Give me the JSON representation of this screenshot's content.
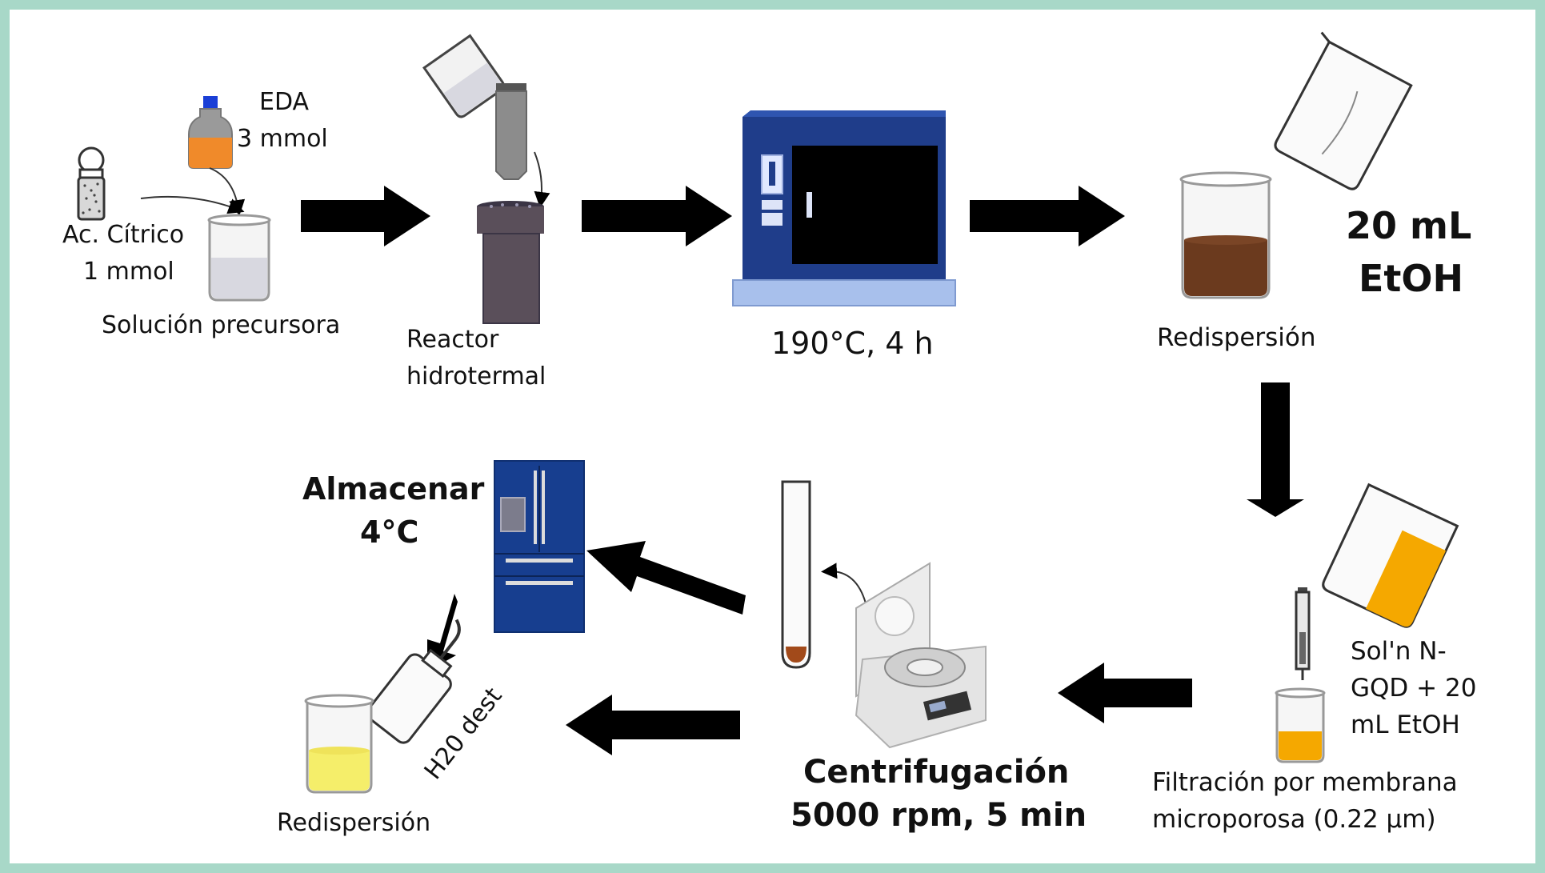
{
  "colors": {
    "frame": "#a8d8c8",
    "arrow": "#000000",
    "oven": "#1f3d8a",
    "fridge": "#173e8f",
    "reactor": "#5a4f5a",
    "brown_liquid": "#6b3a1e",
    "orange_liquid": "#f5a800",
    "yellow_liquid": "#f5ee6a",
    "eda_liquid": "#f08a2a"
  },
  "steps": {
    "precursor": {
      "eda_label_1": "EDA",
      "eda_label_2": "3 mmol",
      "citric_label_1": "Ac. Cítrico",
      "citric_label_2": "1 mmol",
      "caption": "Solución precursora"
    },
    "reactor": {
      "caption_1": "Reactor",
      "caption_2": "hidrotermal"
    },
    "oven": {
      "caption": "190°C, 4 h"
    },
    "redispersion": {
      "caption": "Redispersión",
      "solvent_1": "20 mL",
      "solvent_2": "EtOH"
    },
    "filtration": {
      "sol_1": "Sol'n N-",
      "sol_2": "GQD + 20",
      "sol_3": "mL EtOH",
      "caption_1": "Filtración por membrana",
      "caption_2": "microporosa (0.22 µm)"
    },
    "centrifuge": {
      "caption_1": "Centrifugación",
      "caption_2": "5000 rpm, 5 min"
    },
    "storage": {
      "caption_1": "Almacenar",
      "caption_2": "4°C"
    },
    "final": {
      "water_label": "H20 dest",
      "caption": "Redispersión"
    }
  }
}
